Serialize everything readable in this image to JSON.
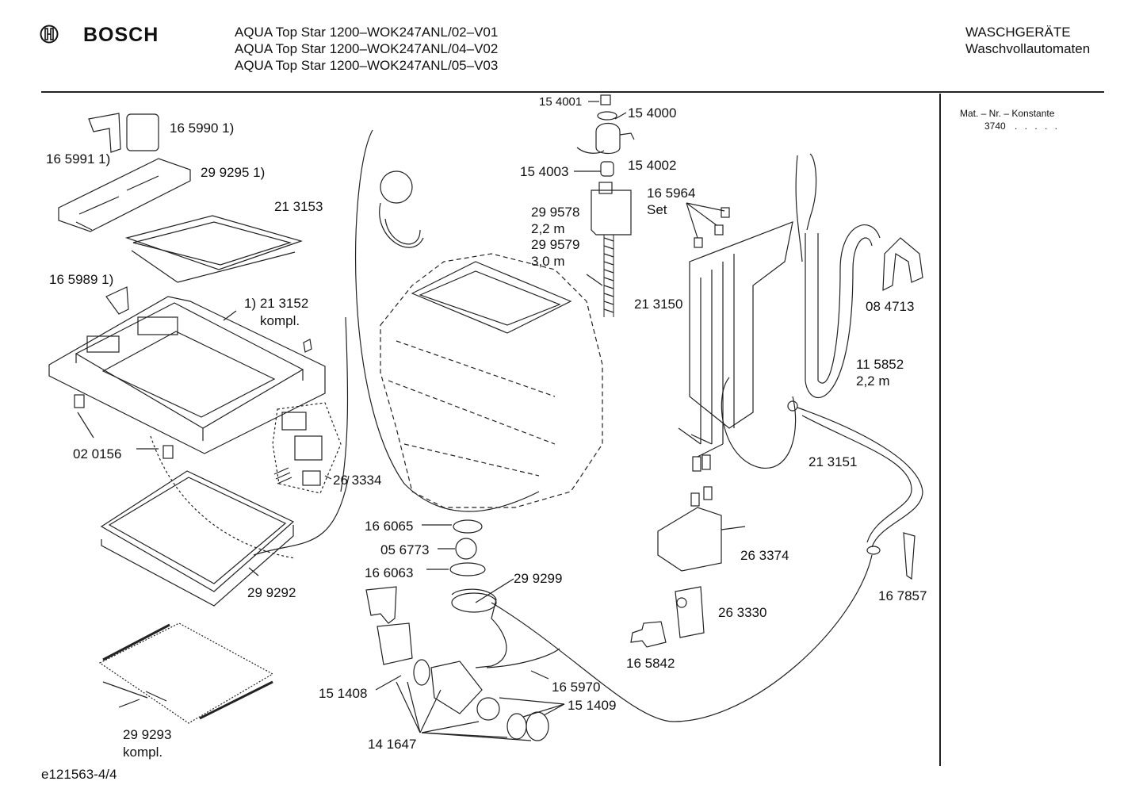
{
  "header": {
    "brand": "BOSCH",
    "models": [
      "AQUA Top Star 1200–WOK247ANL/02–V01",
      "AQUA Top Star 1200–WOK247ANL/04–V02",
      "AQUA Top Star 1200–WOK247ANL/05–V03"
    ],
    "category": "WASCHGERÄTE",
    "subcategory": "Waschvollautomaten"
  },
  "side_panel": {
    "title": "Mat. – Nr. – Konstante",
    "value": "3740"
  },
  "footer": {
    "doc_id": "e121563-4/4"
  },
  "parts": [
    {
      "id": "p-165990",
      "text": "16 5990 1)"
    },
    {
      "id": "p-165991",
      "text": "16 5991 1)"
    },
    {
      "id": "p-299295",
      "text": "29 9295 1)"
    },
    {
      "id": "p-213153",
      "text": "21 3153"
    },
    {
      "id": "p-165989",
      "text": "16 5989 1)"
    },
    {
      "id": "p-213152",
      "text": "1) 21 3152"
    },
    {
      "id": "p-213152b",
      "text": "kompl."
    },
    {
      "id": "p-020156",
      "text": "02 0156"
    },
    {
      "id": "p-263334",
      "text": "26 3334"
    },
    {
      "id": "p-299292",
      "text": "29 9292"
    },
    {
      "id": "p-299293",
      "text": "29 9293"
    },
    {
      "id": "p-299293b",
      "text": "kompl."
    },
    {
      "id": "p-154001",
      "text": "15 4001"
    },
    {
      "id": "p-154000",
      "text": "15 4000"
    },
    {
      "id": "p-154003",
      "text": "15 4003"
    },
    {
      "id": "p-154002",
      "text": "15 4002"
    },
    {
      "id": "p-299578",
      "text": "29 9578"
    },
    {
      "id": "p-22m-a",
      "text": "2,2 m"
    },
    {
      "id": "p-299579",
      "text": "29 9579"
    },
    {
      "id": "p-30m",
      "text": "3,0 m"
    },
    {
      "id": "p-165964",
      "text": "16 5964"
    },
    {
      "id": "p-set",
      "text": "Set"
    },
    {
      "id": "p-213150",
      "text": "21 3150"
    },
    {
      "id": "p-084713",
      "text": "08 4713"
    },
    {
      "id": "p-115852",
      "text": "11 5852"
    },
    {
      "id": "p-22m-b",
      "text": "2,2 m"
    },
    {
      "id": "p-213151",
      "text": "21 3151"
    },
    {
      "id": "p-166065",
      "text": "16 6065"
    },
    {
      "id": "p-056773",
      "text": "05 6773"
    },
    {
      "id": "p-166063",
      "text": "16 6063"
    },
    {
      "id": "p-299299",
      "text": "29 9299"
    },
    {
      "id": "p-263374",
      "text": "26 3374"
    },
    {
      "id": "p-263330",
      "text": "26 3330"
    },
    {
      "id": "p-167857",
      "text": "16 7857"
    },
    {
      "id": "p-165842",
      "text": "16 5842"
    },
    {
      "id": "p-165970",
      "text": "16 5970"
    },
    {
      "id": "p-151408",
      "text": "15 1408"
    },
    {
      "id": "p-151409",
      "text": "15 1409"
    },
    {
      "id": "p-141647",
      "text": "14 1647"
    }
  ]
}
